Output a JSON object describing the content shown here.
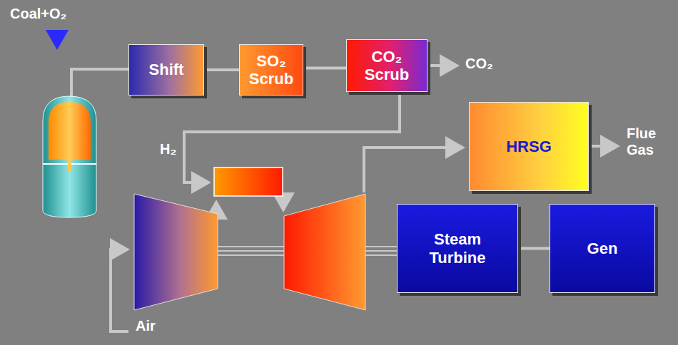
{
  "diagram": {
    "nodes": [
      {
        "text": [
          "Shift"
        ]
      },
      {
        "text": [
          "SO₂ Scrub"
        ]
      },
      {
        "text": [
          "CO₂ Scrub"
        ]
      },
      {
        "text": [
          "HRSG"
        ]
      },
      {
        "text": [
          "Steam Turbine"
        ]
      },
      {
        "text": [
          "Gen"
        ]
      }
    ],
    "edges": [
      {
        "from": 0,
        "to": 1,
        "arrow": "none"
      },
      {
        "from": 1,
        "to": 2,
        "arrow": "none"
      },
      {
        "from": 4,
        "to": 5,
        "arrow": "none"
      }
    ],
    "labels": [
      "Coal+O₂",
      "CO₂",
      "H₂",
      "Flue Gas",
      "Air"
    ]
  }
}
